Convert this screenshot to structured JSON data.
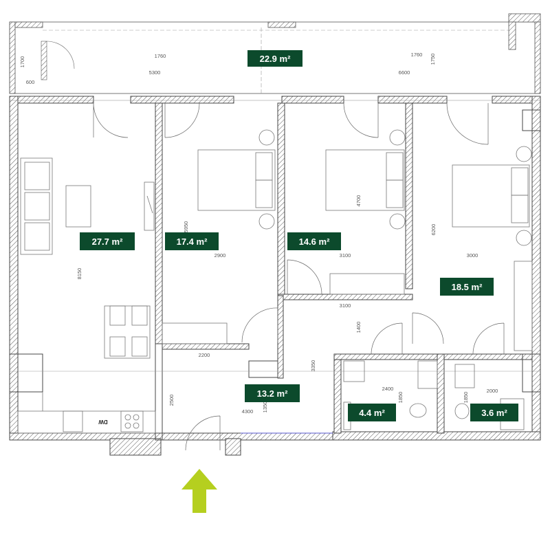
{
  "rooms": [
    {
      "id": "terrace",
      "area": "22.9 m²"
    },
    {
      "id": "living-kitchen",
      "area": "27.7 m²"
    },
    {
      "id": "bedroom-1",
      "area": "17.4 m²"
    },
    {
      "id": "bedroom-2",
      "area": "14.6 m²"
    },
    {
      "id": "bedroom-3",
      "area": "18.5 m²"
    },
    {
      "id": "hall",
      "area": "13.2 m²"
    },
    {
      "id": "bathroom",
      "area": "4.4 m²"
    },
    {
      "id": "wc",
      "area": "3.6 m²"
    }
  ],
  "dimensions": [
    "1700",
    "600",
    "1760",
    "5300",
    "1760",
    "6600",
    "1750",
    "8150",
    "5950",
    "2900",
    "4700",
    "3100",
    "6200",
    "3000",
    "3100",
    "1400",
    "2200",
    "3350",
    "2500",
    "4300",
    "1350",
    "2400",
    "1850",
    "1850",
    "2000"
  ],
  "appliances": {
    "dishwasher": "DW"
  },
  "colors": {
    "label_bg": "#0c4a2c",
    "entrance_arrow": "#b5cf1f",
    "wall": "#444444"
  },
  "icons": [
    "entrance-arrow-icon"
  ]
}
